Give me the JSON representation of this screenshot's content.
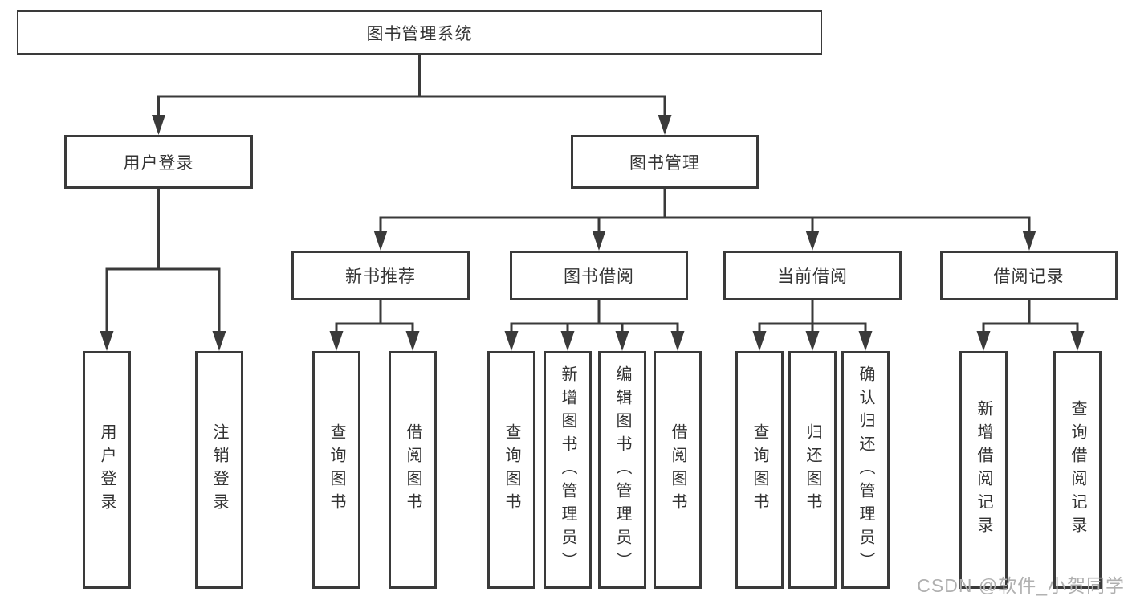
{
  "diagram": {
    "root": "图书管理系统",
    "branches": [
      {
        "label": "用户登录",
        "leaves": [
          "用户登录",
          "注销登录"
        ]
      },
      {
        "label": "图书管理",
        "groups": [
          {
            "label": "新书推荐",
            "leaves": [
              "查询图书",
              "借阅图书"
            ]
          },
          {
            "label": "图书借阅",
            "leaves": [
              "查询图书",
              "新增图书（管理员）",
              "编辑图书（管理员）",
              "借阅图书"
            ]
          },
          {
            "label": "当前借阅",
            "leaves": [
              "查询图书",
              "归还图书",
              "确认归还（管理员）"
            ]
          },
          {
            "label": "借阅记录",
            "leaves": [
              "新增借阅记录",
              "查询借阅记录"
            ]
          }
        ]
      }
    ]
  },
  "watermark": "CSDN @软件_小贺同学",
  "colors": {
    "line": "#3a3a3a",
    "text": "#333333",
    "box_fill": "#ffffff",
    "background": "#ffffff",
    "watermark": "#b0b0b0"
  }
}
